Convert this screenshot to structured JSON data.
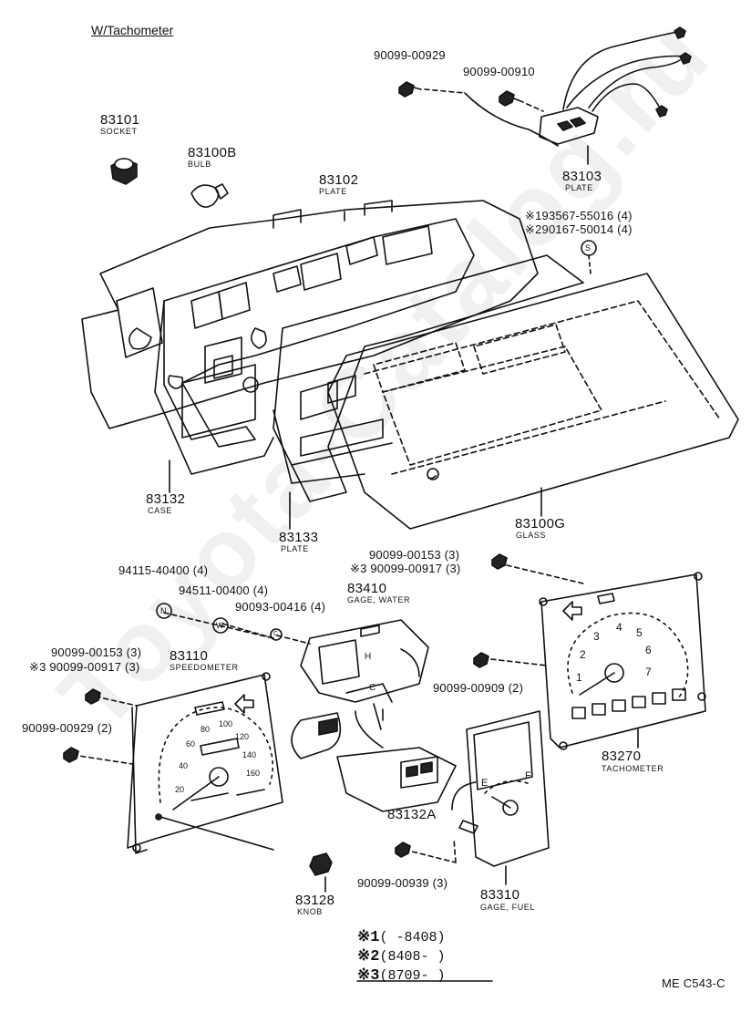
{
  "title": "W/Tachometer",
  "watermark": "Toyota-Catalog.ru",
  "diagram_code": "ME C543-C",
  "parts": {
    "p90099_00929_top": {
      "number": "90099-00929"
    },
    "p90099_00910": {
      "number": "90099-00910"
    },
    "p83101": {
      "number": "83101",
      "name": "SOCKET"
    },
    "p83100B": {
      "number": "83100B",
      "name": "BULB"
    },
    "p83102": {
      "number": "83102",
      "name": "PLATE"
    },
    "p83103": {
      "number": "83103",
      "name": "PLATE"
    },
    "screws_s1": "※193567-55016 (4)",
    "screws_s2": "※290167-50014 (4)",
    "p83132": {
      "number": "83132",
      "name": "CASE"
    },
    "p83133": {
      "number": "83133",
      "name": "PLATE"
    },
    "p83100G": {
      "number": "83100G",
      "name": "GLASS"
    },
    "p94115": "94115-40400 (4)",
    "p94511": "94511-00400 (4)",
    "p90093": "90093-00416 (4)",
    "p90099_00153_top": "90099-00153 (3)",
    "p90099_00917_top": "※3 90099-00917 (3)",
    "p83410": {
      "number": "83410",
      "name": "GAGE, WATER"
    },
    "p90099_00153_left": "90099-00153 (3)",
    "p90099_00917_left": "※3 90099-00917 (3)",
    "p83110": {
      "number": "83110",
      "name": "SPEEDOMETER"
    },
    "p90099_00909": "90099-00909 (2)",
    "p90099_00929_left": "90099-00929 (2)",
    "p83270": {
      "number": "83270",
      "name": "TACHOMETER"
    },
    "p83132A": {
      "number": "83132A"
    },
    "p90099_00939": "90099-00939 (3)",
    "p83128": {
      "number": "83128",
      "name": "KNOB"
    },
    "p83310": {
      "number": "83310",
      "name": "GAGE, FUEL"
    }
  },
  "circle_markers": {
    "s": "S",
    "n": "N",
    "w": "W",
    "c": "C"
  },
  "gauge_text": {
    "speedo": [
      "20",
      "40",
      "60",
      "80",
      "100",
      "120",
      "140",
      "160"
    ],
    "tacho": [
      "1",
      "2",
      "3",
      "4",
      "5",
      "6",
      "7"
    ],
    "fuel_e": "E",
    "fuel_f": "F",
    "water_c": "C",
    "water_h": "H"
  },
  "legend": {
    "r1_mark": "※1",
    "r1_text": "(      -8408)",
    "r2_mark": "※2",
    "r2_text": "(8408-      )",
    "r3_mark": "※3",
    "r3_text": "(8709-      )"
  }
}
